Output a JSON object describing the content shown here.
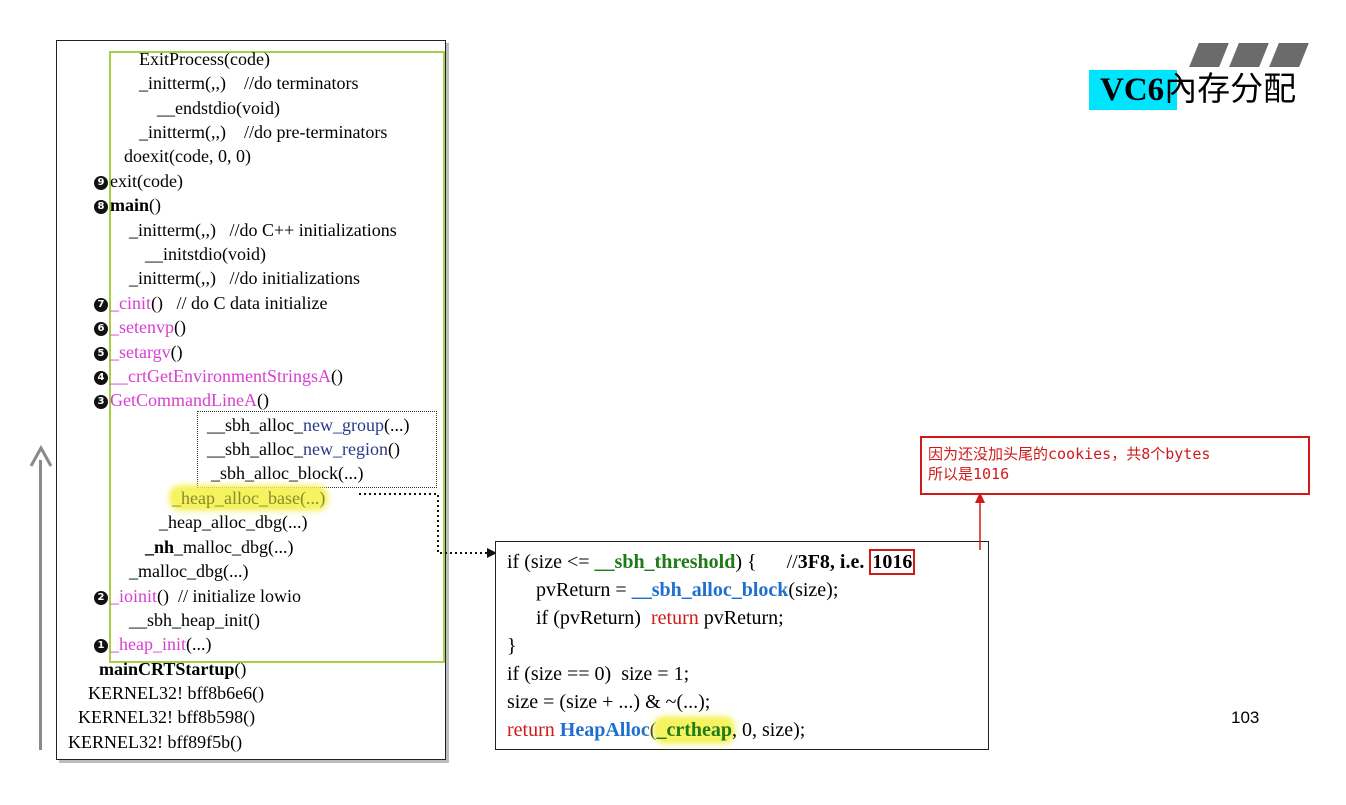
{
  "title": {
    "prefix": "VC6",
    "suffix": "內存分配"
  },
  "page_number": "103",
  "stack": {
    "l1": "ExitProcess(code)",
    "l2": "_initterm(,,)    //do terminators",
    "l3": "__endstdio(void)",
    "l4": "_initterm(,,)    //do pre-terminators",
    "l5": "doexit(code, 0, 0)",
    "l6": "exit(code)",
    "l7_name": "main",
    "l7_args": "()",
    "l8": "_initterm(,,)   //do C++ initializations",
    "l9": "__initstdio(void)",
    "l10": "_initterm(,,)   //do initializations",
    "l11_name": "_cinit",
    "l11_rest": "()   // do C data initialize",
    "l12_name": "_setenvp",
    "l12_rest": "()",
    "l13_name": "_setargv",
    "l13_rest": "()",
    "l14_name": "__crtGetEnvironmentStringsA",
    "l14_rest": "()",
    "l15_name": "GetCommandLineA",
    "l15_rest": "()",
    "l16_a": "__sbh_alloc_",
    "l16_b": "new_group",
    "l16_c": "(...)",
    "l17_a": "__sbh_alloc_",
    "l17_b": "new_region",
    "l17_c": "()",
    "l18": "_sbh_alloc_block(...)",
    "l19": "_heap_alloc_base(...)",
    "l20": "_heap_alloc_dbg(...)",
    "l21_a": "_nh",
    "l21_b": "_malloc_dbg(...)",
    "l22": "_malloc_dbg(...)",
    "l23_name": "_ioinit",
    "l23_rest": "()  // initialize lowio",
    "l24": "__sbh_heap_init()",
    "l25_name": "_heap_init",
    "l25_rest": "(...)",
    "l26_name": "mainCRTStartup",
    "l26_rest": "()",
    "l27": "KERNEL32! bff8b6e6()",
    "l28": "KERNEL32! bff8b598()",
    "l29": "KERNEL32! bff89f5b()",
    "badges": {
      "b9": "9",
      "b8": "8",
      "b7": "7",
      "b6": "6",
      "b5": "5",
      "b4": "4",
      "b3": "3",
      "b2": "2",
      "b1": "1"
    }
  },
  "code": {
    "c1_a": "if (size <= ",
    "c1_b": "__sbh_threshold",
    "c1_c": ") {      //",
    "c1_d": "3F8, i.e. ",
    "c1_e": "1016",
    "c2_a": "pvReturn = ",
    "c2_b": "__sbh_alloc_block",
    "c2_c": "(size);",
    "c3_a": "if (pvReturn)  ",
    "c3_b": "return",
    "c3_c": " pvReturn;",
    "c4": "}",
    "c5": "if (size == 0)  size = 1;",
    "c6": "size = (size + ...) & ~(...);",
    "c7_a": "return ",
    "c7_b": "HeapAlloc",
    "c7_c": "(",
    "c7_d": "_crtheap",
    "c7_e": ", 0, size);"
  },
  "note": {
    "line1": "因为还没加头尾的cookies，共8个bytes",
    "line2": "所以是1016"
  },
  "colors": {
    "magenta": "#d63fd0",
    "green_frame": "#a8cf45",
    "code_green": "#1f7a18",
    "code_blue": "#1f6fd0",
    "red": "#d01a1a",
    "cyan": "#00e5ff",
    "highlight": "#f6f360"
  }
}
